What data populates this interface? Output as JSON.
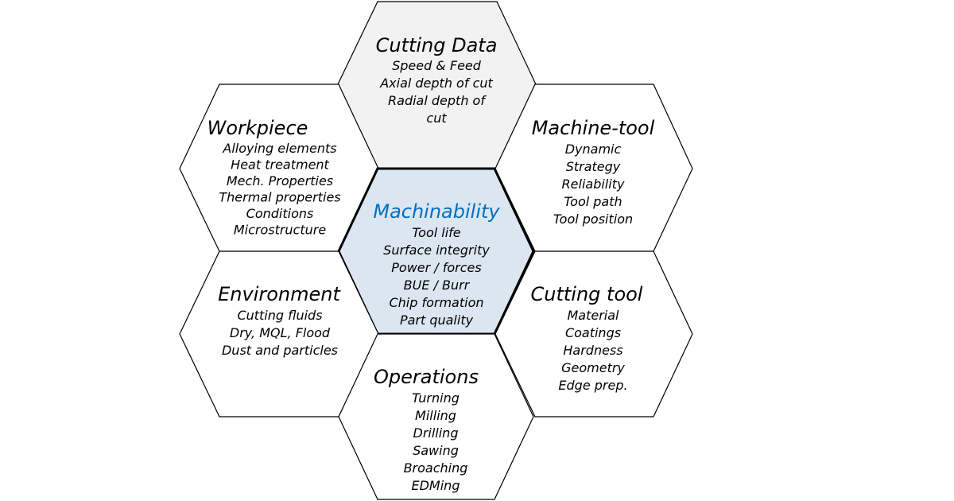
{
  "colors": {
    "center_fill": "#dce6f1",
    "center_title": "#0070c0",
    "top_fill": "#f2f2f2",
    "default_fill": "#ffffff"
  },
  "hexagons": {
    "center": {
      "title": "Machinability",
      "items": [
        "Tool life",
        "Surface integrity",
        "Power / forces",
        "BUE / Burr",
        "Chip formation",
        "Part quality"
      ]
    },
    "top": {
      "title": "Cutting Data",
      "items": [
        "Speed & Feed",
        "Axial depth of cut",
        "Radial depth of",
        "cut"
      ]
    },
    "top_left": {
      "title": "Workpiece",
      "items": [
        "Alloying elements",
        "Heat treatment",
        "Mech. Properties",
        "Thermal properties",
        "Conditions",
        "Microstructure"
      ]
    },
    "top_right": {
      "title": "Machine-tool",
      "items": [
        "Dynamic",
        "Strategy",
        "Reliability",
        "Tool path",
        "Tool position"
      ]
    },
    "bottom_left": {
      "title": "Environment",
      "items": [
        "Cutting fluids",
        "Dry, MQL, Flood",
        "Dust and particles"
      ]
    },
    "bottom_right": {
      "title": "Cutting tool",
      "items": [
        "Material",
        "Coatings",
        "Hardness",
        "Geometry",
        "Edge prep."
      ]
    },
    "bottom": {
      "title": "Operations",
      "items": [
        "Turning",
        "Milling",
        "Drilling",
        "Sawing",
        "Broaching",
        "EDMing"
      ]
    }
  }
}
